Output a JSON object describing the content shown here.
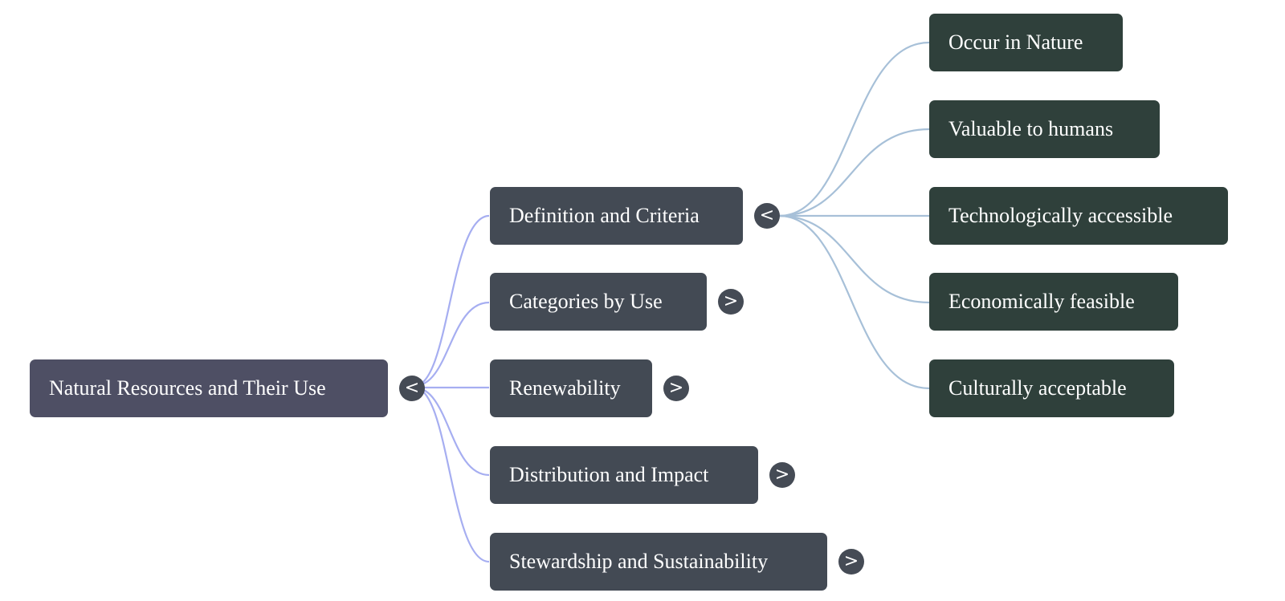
{
  "mindmap": {
    "root": {
      "label": "Natural Resources and Their Use",
      "toggle": "<"
    },
    "branches": [
      {
        "label": "Definition and Criteria",
        "toggle": "<"
      },
      {
        "label": "Categories by Use",
        "toggle": ">"
      },
      {
        "label": "Renewability",
        "toggle": ">"
      },
      {
        "label": "Distribution and Impact",
        "toggle": ">"
      },
      {
        "label": "Stewardship and Sustainability",
        "toggle": ">"
      }
    ],
    "criteria": [
      {
        "label": "Occur in Nature"
      },
      {
        "label": "Valuable to humans"
      },
      {
        "label": "Technologically accessible"
      },
      {
        "label": "Economically feasible"
      },
      {
        "label": "Culturally acceptable"
      }
    ]
  },
  "colors": {
    "root": "#4e4f64",
    "branch": "#434a54",
    "leaf": "#2f403b",
    "edge_level1": "#a6aef1",
    "edge_level2": "#a7c0d8"
  }
}
